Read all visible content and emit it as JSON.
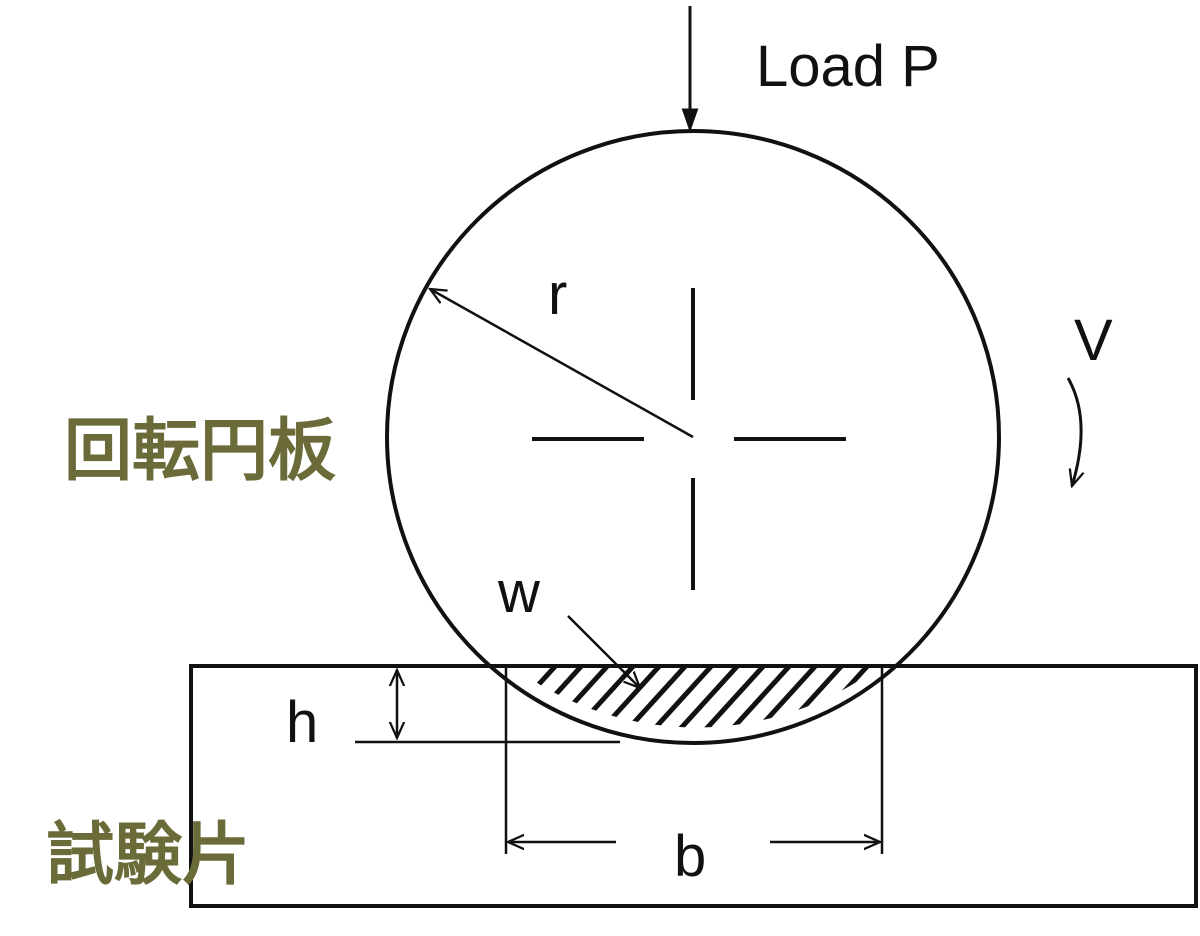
{
  "labels": {
    "load": "Load P",
    "radius": "r",
    "velocity": "V",
    "disk": "回転円板",
    "wear_width": "w",
    "depth": "h",
    "specimen": "試験片",
    "scar_width": "b"
  },
  "colors": {
    "line": "#111111",
    "jp_text": "#6b6b3a",
    "background": "#ffffff"
  }
}
